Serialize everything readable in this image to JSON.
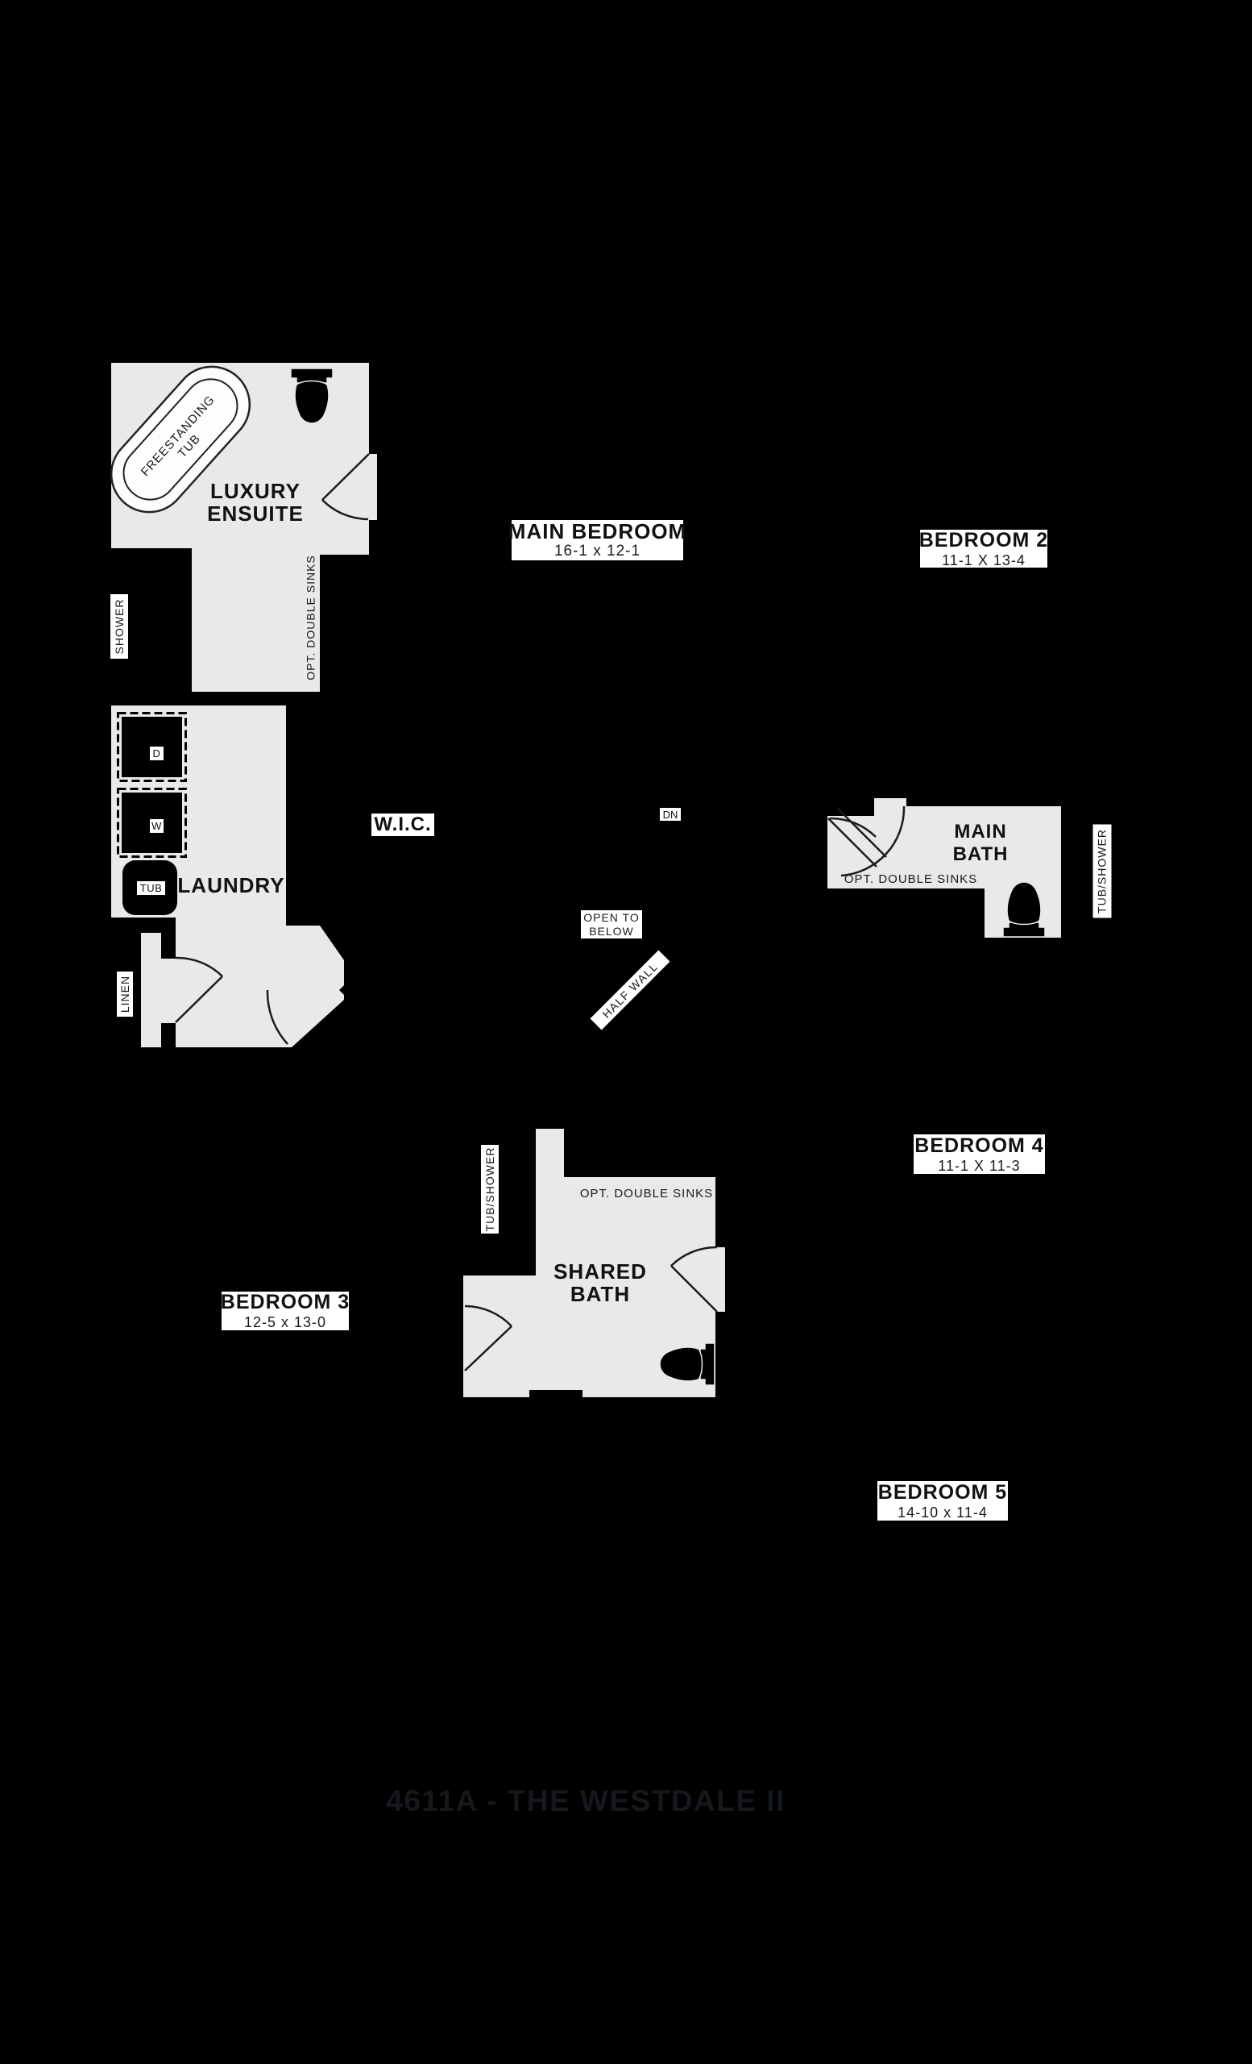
{
  "title": "4611A - THE WESTDALE II",
  "colors": {
    "background": "#000000",
    "floor_fill": "#e9e9e9",
    "wall_line": "#1c1c1c",
    "label_background": "#ffffff",
    "label_text": "#111111",
    "title_text": "#15181c"
  },
  "rooms": {
    "luxury_ensuite": {
      "name_line1": "LUXURY",
      "name_line2": "ENSUITE"
    },
    "main_bedroom": {
      "name": "MAIN BEDROOM",
      "dims": "16-1 x 12-1"
    },
    "bedroom2": {
      "name": "BEDROOM 2",
      "dims": "11-1 X 13-4"
    },
    "bedroom3": {
      "name": "BEDROOM 3",
      "dims": "12-5 x 13-0"
    },
    "bedroom4": {
      "name": "BEDROOM 4",
      "dims": "11-1 X 11-3"
    },
    "bedroom5": {
      "name": "BEDROOM 5",
      "dims": "14-10 x 11-4"
    },
    "laundry": {
      "name": "LAUNDRY"
    },
    "main_bath": {
      "name_line1": "MAIN",
      "name_line2": "BATH"
    },
    "shared_bath": {
      "name_line1": "SHARED",
      "name_line2": "BATH"
    },
    "wic": {
      "name": "W.I.C."
    }
  },
  "notes": {
    "freestanding_tub_line1": "FREESTANDING",
    "freestanding_tub_line2": "TUB",
    "shower": "SHOWER",
    "opt_double_sinks_ensuite": "OPT. DOUBLE SINKS",
    "opt_double_sinks_main_bath": "OPT. DOUBLE SINKS",
    "opt_double_sinks_shared_bath": "OPT. DOUBLE SINKS",
    "tub_shower_main_bath": "TUB/SHOWER",
    "tub_shower_shared_bath": "TUB/SHOWER",
    "linen": "LINEN",
    "dn": "DN",
    "open_to_below_line1": "OPEN TO",
    "open_to_below_line2": "BELOW",
    "half_wall": "HALF WALL",
    "dryer": "D",
    "washer": "W",
    "laundry_tub": "TUB"
  }
}
